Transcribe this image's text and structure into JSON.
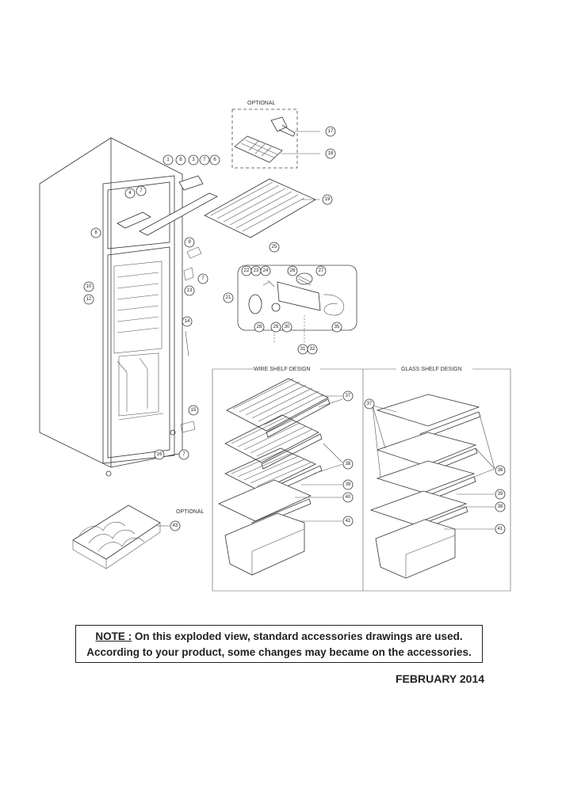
{
  "labels": {
    "optional_top": "OPTIONAL",
    "optional_side": "OPTIONAL",
    "wire_shelf_design": "WIRE SHELF DESIGN",
    "glass_shelf_design": "GLASS SHELF DESIGN"
  },
  "callouts": {
    "c1": "1",
    "c8a": "8",
    "c3a": "3",
    "c7a": "7",
    "c6": "6",
    "c4": "4",
    "c7b": "7",
    "c8b": "8",
    "c9": "9",
    "c7c": "7",
    "c13": "13",
    "c10": "10",
    "c12": "12",
    "c14": "14",
    "c15": "15",
    "c16": "16",
    "c7d": "7",
    "c17": "17",
    "c18": "18",
    "c19": "19",
    "c25": "25",
    "c22": "22",
    "c23": "23",
    "c24": "24",
    "c26": "26",
    "c27": "27",
    "c21": "21",
    "c28": "28",
    "c29": "29",
    "c30": "30",
    "c35": "35",
    "c31": "31",
    "c32": "32",
    "w37": "37",
    "w38": "38",
    "w39": "39",
    "w40": "40",
    "w41": "41",
    "g37": "37",
    "g38a": "38",
    "g39": "39",
    "g38b": "38",
    "g41": "41",
    "c43": "43"
  },
  "note": {
    "prefix": "NOTE :",
    "line1": "On this exploded view, standard accessories drawings are used.",
    "line2": "According to your product, some changes may became on the accessories."
  },
  "date": "FEBRUARY 2014"
}
